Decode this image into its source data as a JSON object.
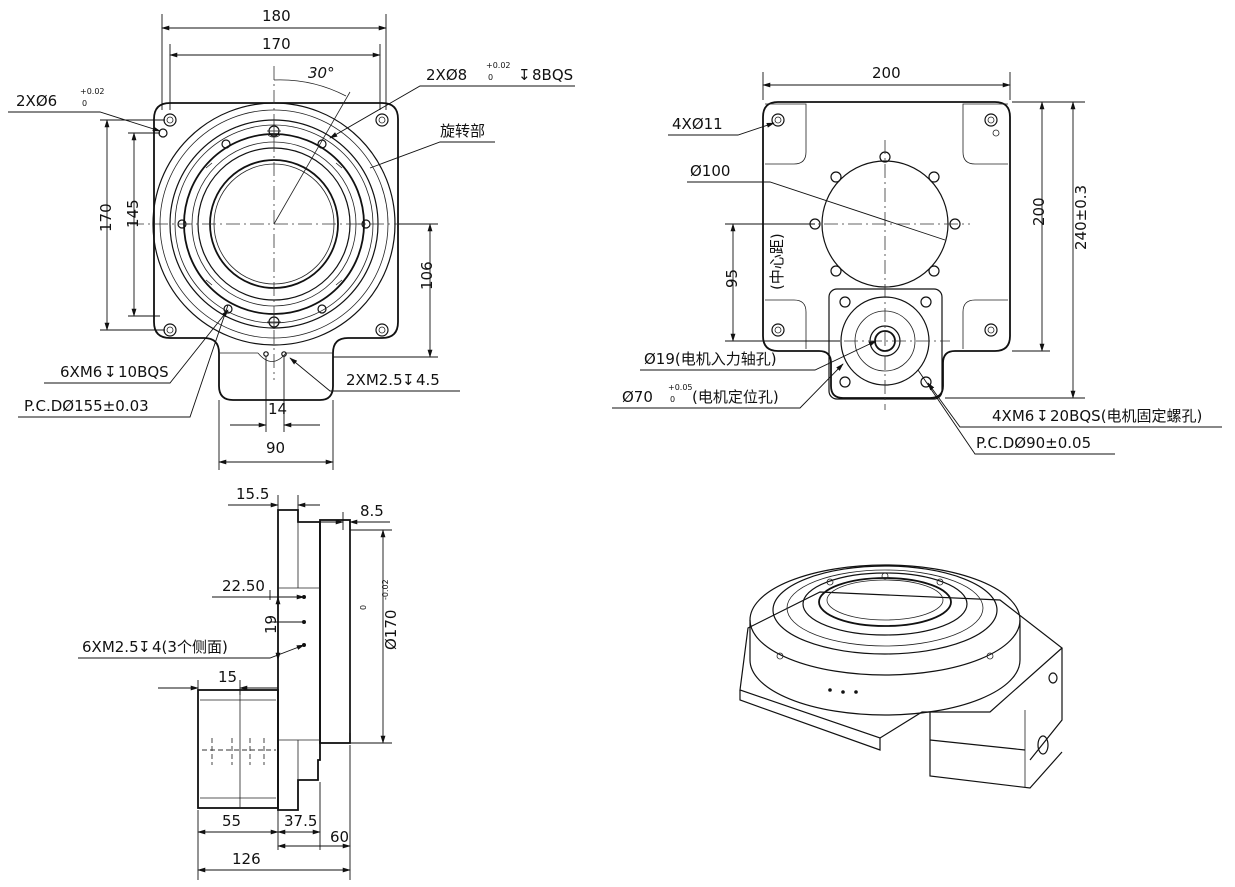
{
  "front_view": {
    "dim_width_outer": "180",
    "dim_width_inner": "170",
    "dim_angle": "30°",
    "dim_height_outer": "170",
    "dim_height_inner": "145",
    "dim_106": "106",
    "dim_14": "14",
    "dim_90": "90",
    "note_2x6": "2XØ6",
    "note_2x6_tol": "+0.02",
    "note_2x6_tol2": "0",
    "note_2x8": "2XØ8",
    "note_2x8_tol": "+0.02",
    "note_2x8_tol2": "0",
    "note_2x8_depth": "8BQS",
    "label_rotating": "旋转部",
    "note_6xm6": "6XM6",
    "note_6xm6_depth": "10BQS",
    "note_pcd": "P.C.DØ155±0.03",
    "note_2xm25": "2XM2.5",
    "note_2xm25_depth": "4.5"
  },
  "right_view": {
    "dim_200_top": "200",
    "dim_200_side": "200",
    "dim_240": "240±0.3",
    "note_4x11": "4XØ11",
    "note_d100": "Ø100",
    "dim_95": "95",
    "dim_95_note": "(中心距)",
    "note_d19": "Ø19(电机入力轴孔)",
    "note_d70": "Ø70",
    "note_d70_tol": "+0.05",
    "note_d70_tol2": "0",
    "note_d70_text": "(电机定位孔)",
    "note_4xm6": "4XM6",
    "note_4xm6_text": "20BQS(电机固定螺孔)",
    "note_pcd90": "P.C.DØ90±0.05"
  },
  "side_view": {
    "dim_15_5": "15.5",
    "dim_8_5": "8.5",
    "dim_22_50": "22.50",
    "dim_19": "19",
    "note_6xm25": "6XM2.5",
    "note_6xm25_text": "4(3个侧面)",
    "dim_d170": "Ø170",
    "dim_d170_tol": "0",
    "dim_d170_tol2": "-0.02",
    "dim_15": "15",
    "dim_55": "55",
    "dim_37_5": "37.5",
    "dim_60": "60",
    "dim_126": "126"
  }
}
